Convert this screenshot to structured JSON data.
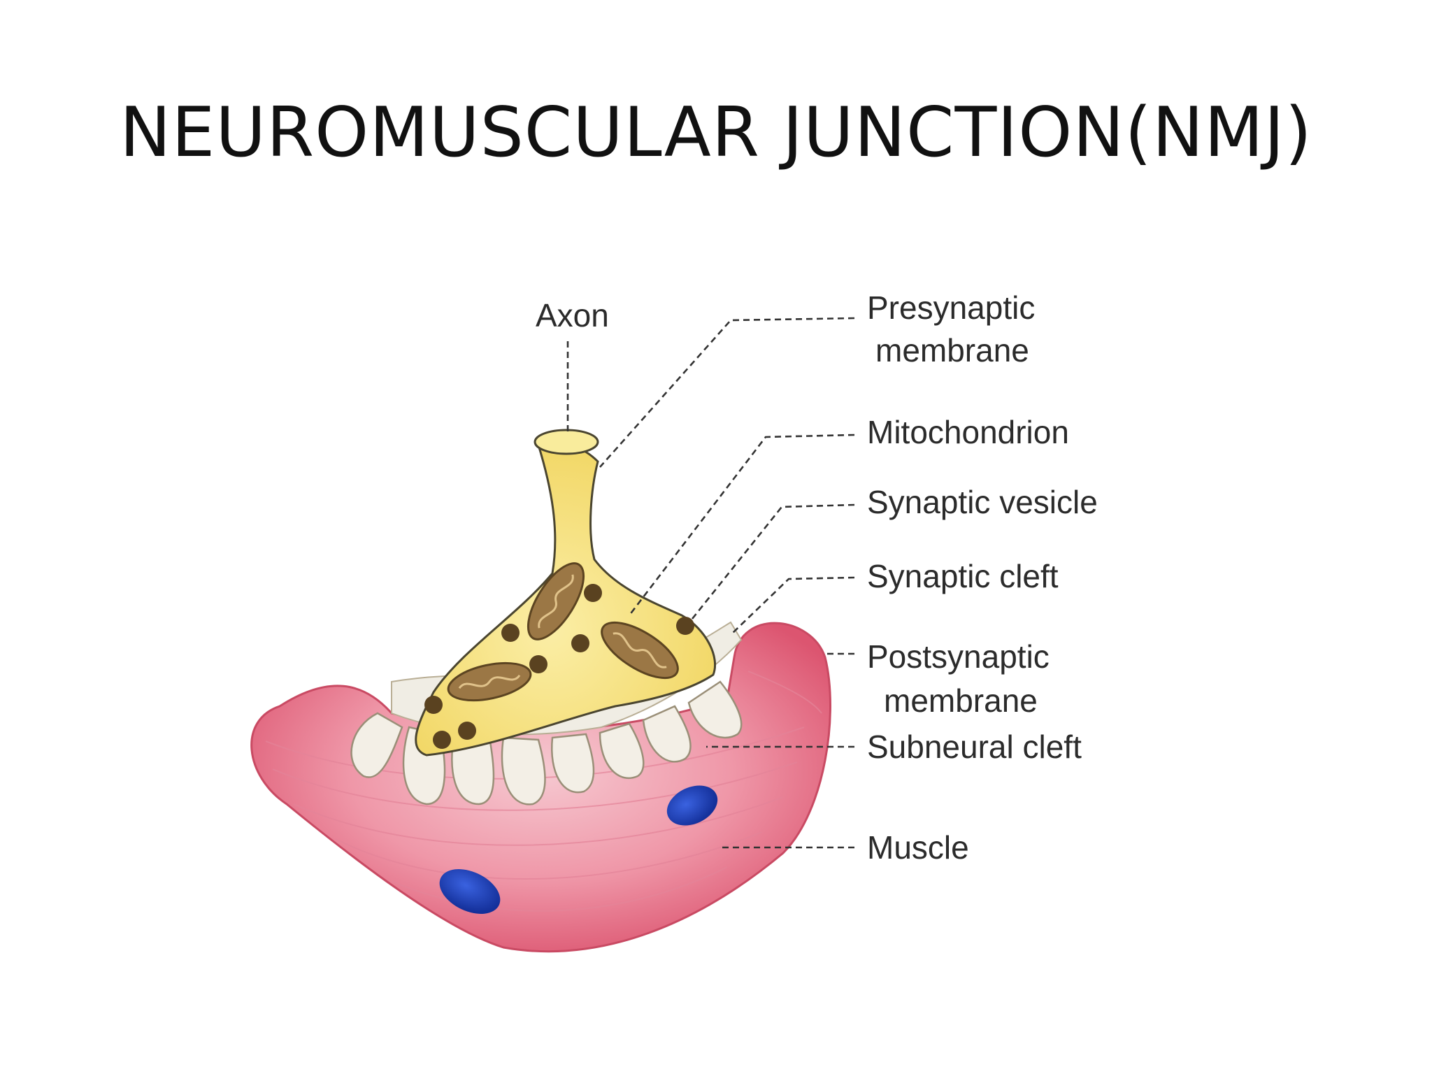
{
  "title": "NEUROMUSCULAR JUNCTION(NMJ)",
  "labels": {
    "axon": "Axon",
    "presynaptic_1": "Presynaptic",
    "presynaptic_2": "membrane",
    "mitochondrion": "Mitochondrion",
    "synaptic_vesicle": "Synaptic vesicle",
    "synaptic_cleft": "Synaptic cleft",
    "postsynaptic_1": "Postsynaptic",
    "postsynaptic_2": "membrane",
    "subneural_cleft": "Subneural cleft",
    "muscle": "Muscle"
  },
  "colors": {
    "axon_fill": "#f7e27a",
    "axon_stroke": "#4a4530",
    "muscle_fill": "#e9738a",
    "muscle_light": "#f7c3cd",
    "cleft_fill": "#f0ede4",
    "nucleus": "#1e3fb0",
    "mitochondrion": "#8a6a3a",
    "vesicle": "#5a4220"
  }
}
